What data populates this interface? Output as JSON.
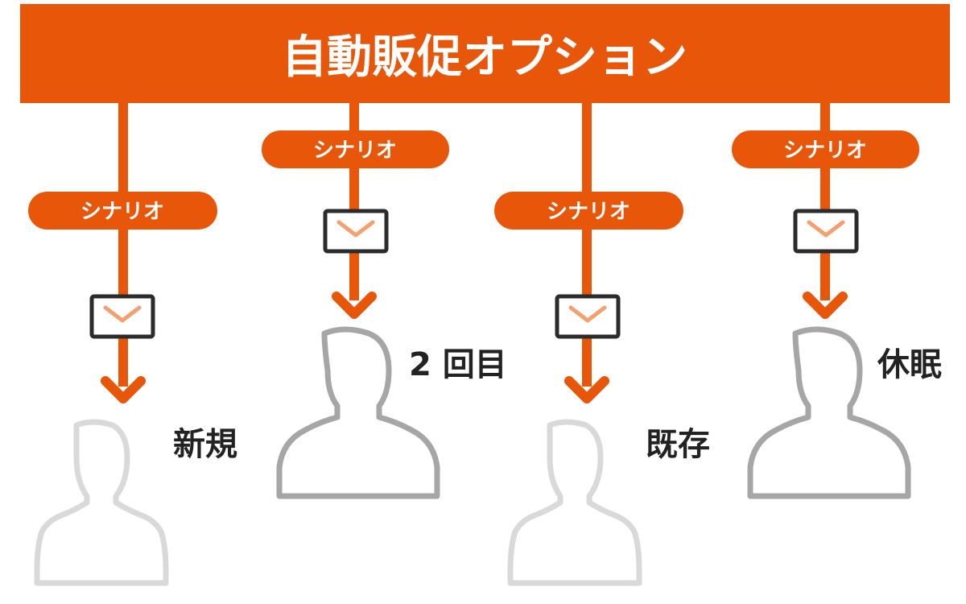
{
  "banner": {
    "title": "自動販促オプション"
  },
  "colors": {
    "primary": "#E8560A",
    "envelope_stroke": "#2b2b2b",
    "envelope_chevron": "#F4A070",
    "person_light": "#d9d9d9",
    "person_dark": "#a6a6a6",
    "label_text": "#222222"
  },
  "icons": {
    "message": "envelope-icon",
    "customer": "person-silhouette-icon"
  },
  "scenarios": [
    {
      "pill_label": "シナリオ",
      "segment_label": "新規"
    },
    {
      "pill_label": "シナリオ",
      "segment_label": "2 回目"
    },
    {
      "pill_label": "シナリオ",
      "segment_label": "既存"
    },
    {
      "pill_label": "シナリオ",
      "segment_label": "休眠"
    }
  ]
}
